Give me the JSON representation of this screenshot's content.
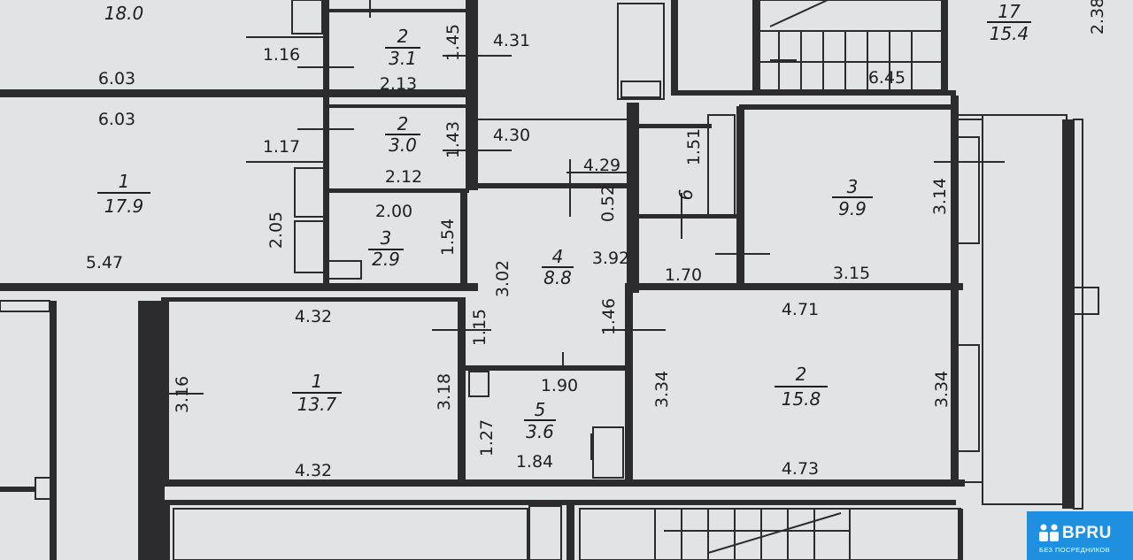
{
  "rooms": [
    {
      "id": "r18",
      "num": "",
      "area": "18.0"
    },
    {
      "id": "r2a",
      "num": "2",
      "area": "3.1"
    },
    {
      "id": "r17",
      "num": "17",
      "area": "15.4"
    },
    {
      "id": "r2b",
      "num": "2",
      "area": "3.0"
    },
    {
      "id": "r1a",
      "num": "1",
      "area": "17.9"
    },
    {
      "id": "r3a",
      "num": "3",
      "area": "2.9"
    },
    {
      "id": "r6",
      "num": "6",
      "area": ""
    },
    {
      "id": "r3b",
      "num": "3",
      "area": "9.9"
    },
    {
      "id": "r4",
      "num": "4",
      "area": "8.8"
    },
    {
      "id": "r1b",
      "num": "1",
      "area": "13.7"
    },
    {
      "id": "r5",
      "num": "5",
      "area": "3.6"
    },
    {
      "id": "r2c",
      "num": "2",
      "area": "15.8"
    }
  ],
  "dimensions": [
    "6.03",
    "6.03",
    "1.16",
    "2.13",
    "1.45",
    "4.31",
    "6.45",
    "2.38",
    "1.17",
    "2.12",
    "1.43",
    "4.30",
    "4.29",
    "1.51",
    "0.52",
    "3.14",
    "2.05",
    "2.00",
    "1.54",
    "5.47",
    "3.02",
    "3.92",
    "1.70",
    "3.15",
    "4.32",
    "4.71",
    "1.15",
    "1.46",
    "3.16",
    "3.18",
    "1.90",
    "3.34",
    "3.34",
    "1.27",
    "1.84",
    "4.32",
    "4.73"
  ],
  "badge": {
    "brand": "BPRU",
    "tagline": "БЕЗ ПОСРЕДНИКОВ"
  }
}
